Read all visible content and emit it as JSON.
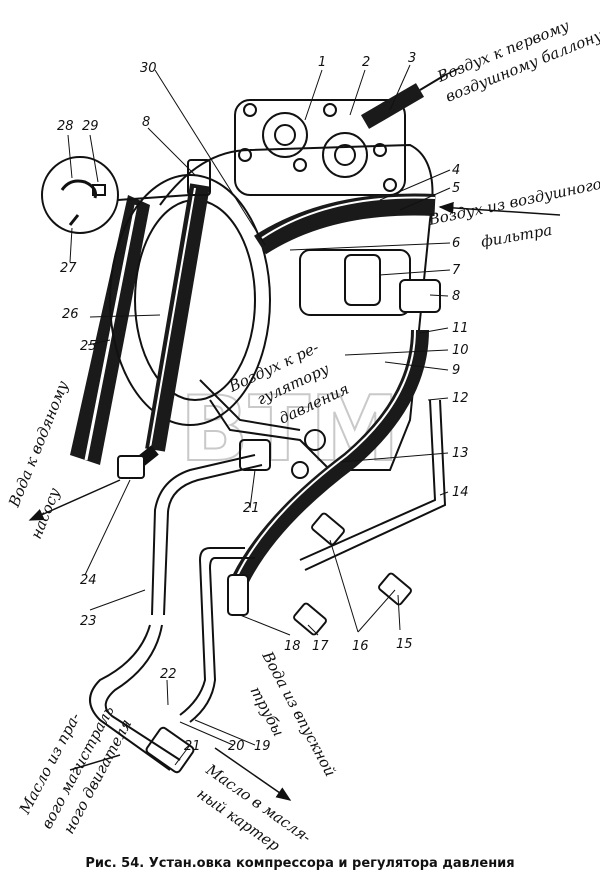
{
  "caption": "Рис. 54. Устан.овка компрессора и регулятора давления",
  "watermark": "ВТМ",
  "annotations": {
    "air_to_tank_1": "Воздух к первому",
    "air_to_tank_2": "воздушному баллону",
    "air_from_filter_1": "Воздух из воздушного",
    "air_from_filter_2": "фильтра",
    "air_to_regulator_1": "Воздух к ре-",
    "air_to_regulator_2": "гулятору",
    "air_to_regulator_3": "давления",
    "water_to_pump_1": "Вода к водяному",
    "water_to_pump_2": "насосу",
    "water_from_pipe_1": "Вода из впускной",
    "water_from_pipe_2": "трубы",
    "oil_from_main_1": "Масло из пра-",
    "oil_from_main_2": "вого магистраль",
    "oil_from_main_3": "ного двигателя",
    "oil_to_crankcase_1": "Масло в масля-",
    "oil_to_crankcase_2": "ный картер"
  },
  "labels": [
    "1",
    "2",
    "3",
    "4",
    "5",
    "6",
    "7",
    "8",
    "9",
    "10",
    "11",
    "12",
    "13",
    "14",
    "15",
    "16",
    "17",
    "18",
    "19",
    "20",
    "21",
    "22",
    "23",
    "24",
    "25",
    "26",
    "27",
    "28",
    "29",
    "30",
    "8",
    "21",
    "16"
  ]
}
